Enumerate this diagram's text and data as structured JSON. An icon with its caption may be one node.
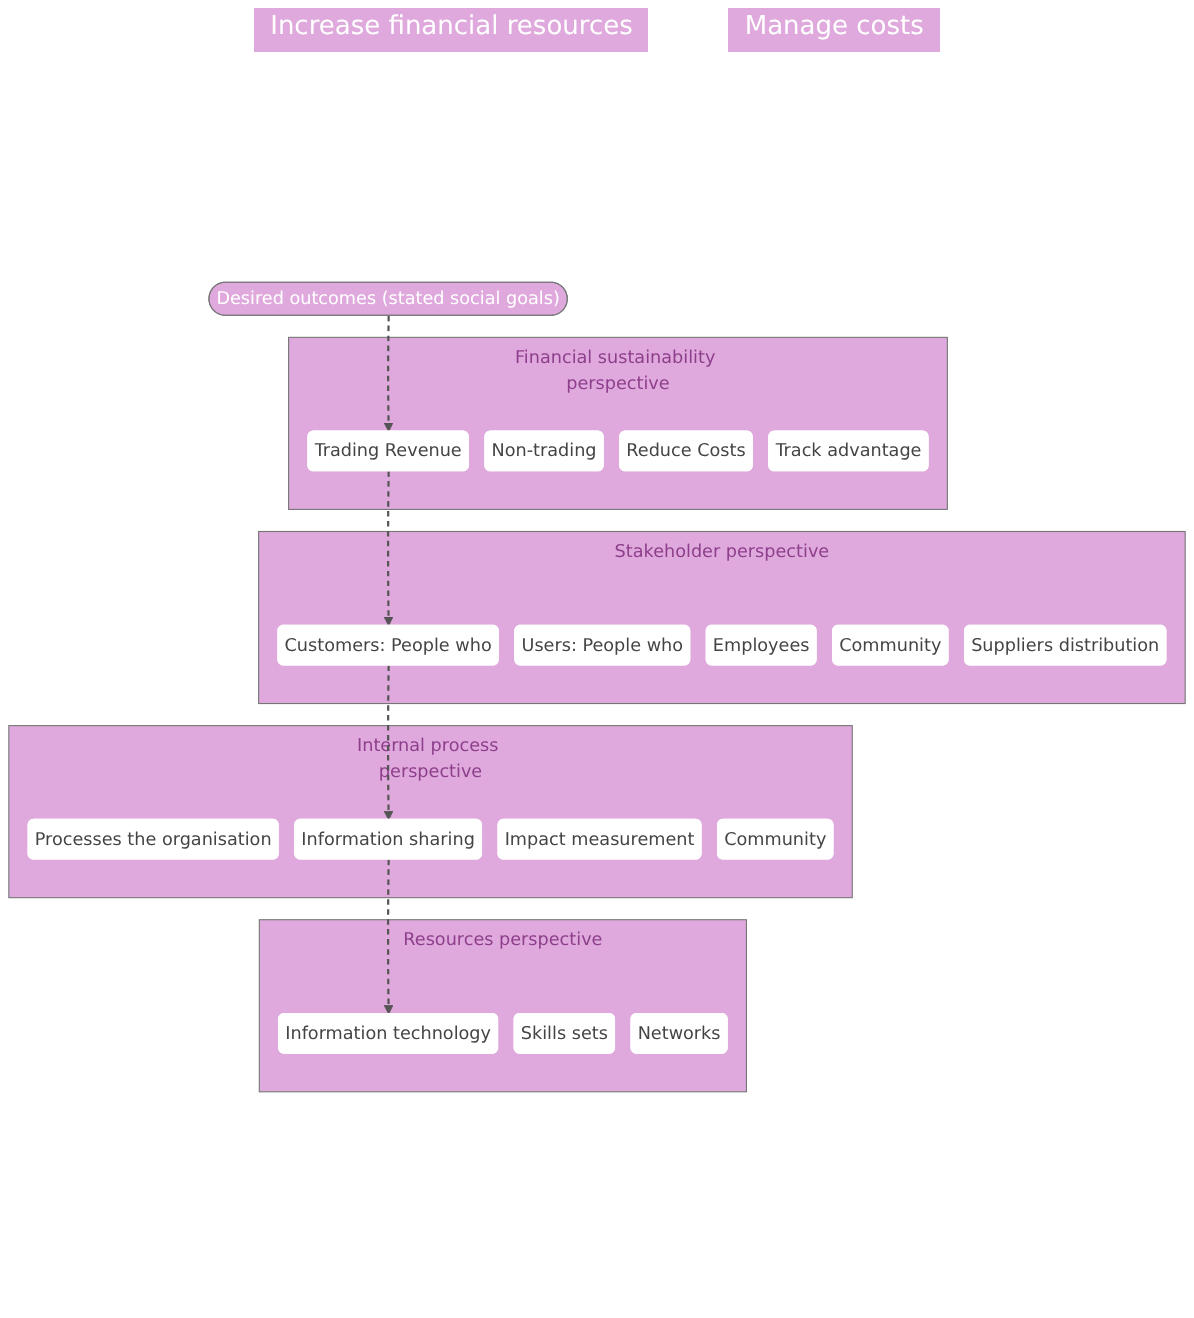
{
  "diagram": {
    "nodes": [
      {
        "text": [
          "Desired outcomes (stated social goals)"
        ]
      },
      {
        "text": [
          "Financial sustainability perspective"
        ]
      },
      {
        "text": [
          "Trading Revenue"
        ],
        "in": 1
      },
      {
        "text": [
          "Non-trading"
        ],
        "in": 1
      },
      {
        "text": [
          "Reduce Costs"
        ],
        "in": 1
      },
      {
        "text": [
          "Track advantage"
        ],
        "in": 1
      },
      {
        "text": [
          "Stakeholder perspective"
        ]
      },
      {
        "text": [
          "Customers: People who"
        ],
        "in": 6
      },
      {
        "text": [
          "Users: People who"
        ],
        "in": 6
      },
      {
        "text": [
          "Employees"
        ],
        "in": 6
      },
      {
        "text": [
          "Community"
        ],
        "in": 6
      },
      {
        "text": [
          "Suppliers distribution"
        ],
        "in": 6
      },
      {
        "text": [
          "Internal process perspective"
        ]
      },
      {
        "text": [
          "Processes the organisation"
        ],
        "in": 12
      },
      {
        "text": [
          "Information sharing"
        ],
        "in": 12
      },
      {
        "text": [
          "Impact measurement"
        ],
        "in": 12
      },
      {
        "text": [
          "Community"
        ],
        "in": 12
      },
      {
        "text": [
          "Resources perspective"
        ]
      },
      {
        "text": [
          "Information technology"
        ],
        "in": 17
      },
      {
        "text": [
          "Skills sets"
        ],
        "in": 17
      },
      {
        "text": [
          "Networks"
        ],
        "in": 17
      }
    ],
    "edges": [
      {
        "from": 0,
        "to": 2,
        "arrow": "to",
        "style": "dashed"
      },
      {
        "from": 2,
        "to": 7,
        "arrow": "to",
        "style": "dashed"
      },
      {
        "from": 7,
        "to": 14,
        "arrow": "to",
        "style": "dashed"
      },
      {
        "from": 14,
        "to": 18,
        "arrow": "to",
        "style": "dashed"
      }
    ],
    "labels": [
      "Increase financial resources",
      "Manage costs"
    ]
  }
}
